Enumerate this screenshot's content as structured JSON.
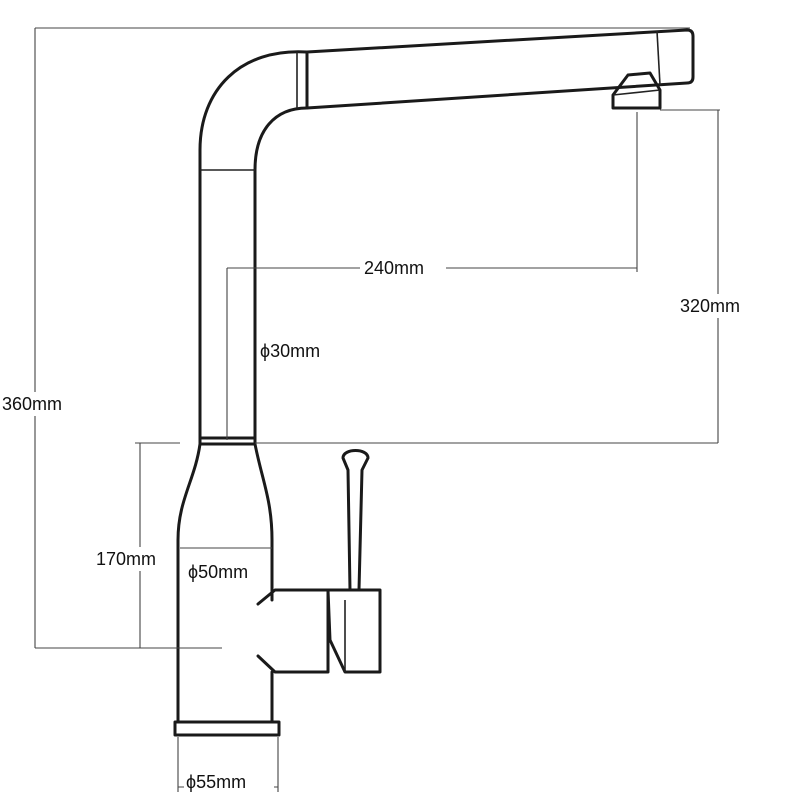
{
  "dimensions": {
    "total_height": "360mm",
    "spout_height": "320mm",
    "spout_reach": "240mm",
    "body_height": "170mm",
    "tube_diameter": "ϕ30mm",
    "body_diameter": "ϕ50mm",
    "base_diameter": "ϕ55mm"
  }
}
